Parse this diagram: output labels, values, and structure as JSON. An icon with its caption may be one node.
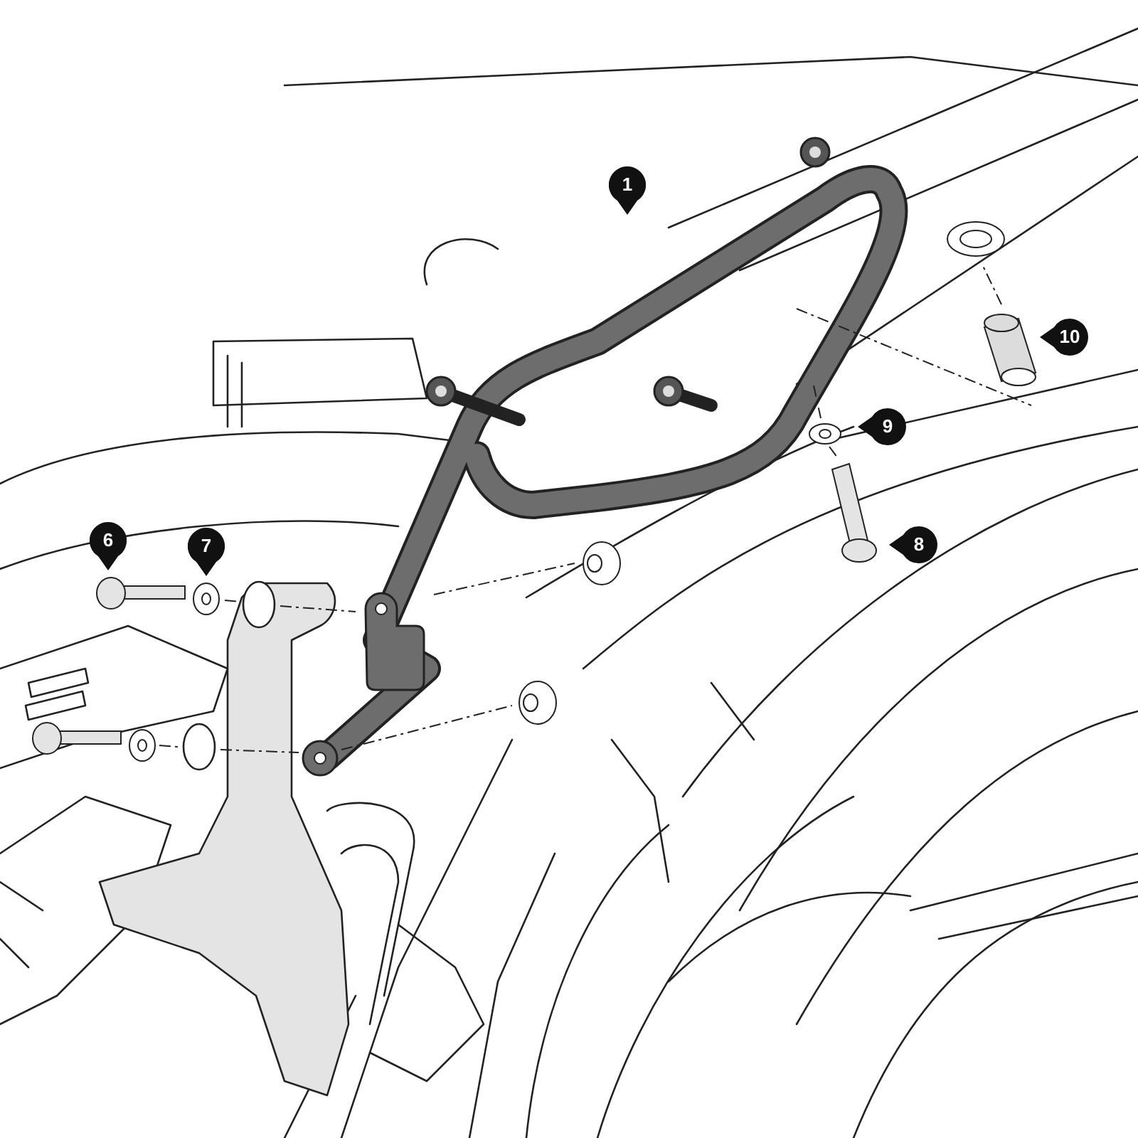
{
  "diagram": {
    "labels": [
      "1",
      "6",
      "7",
      "8",
      "9",
      "10"
    ]
  }
}
